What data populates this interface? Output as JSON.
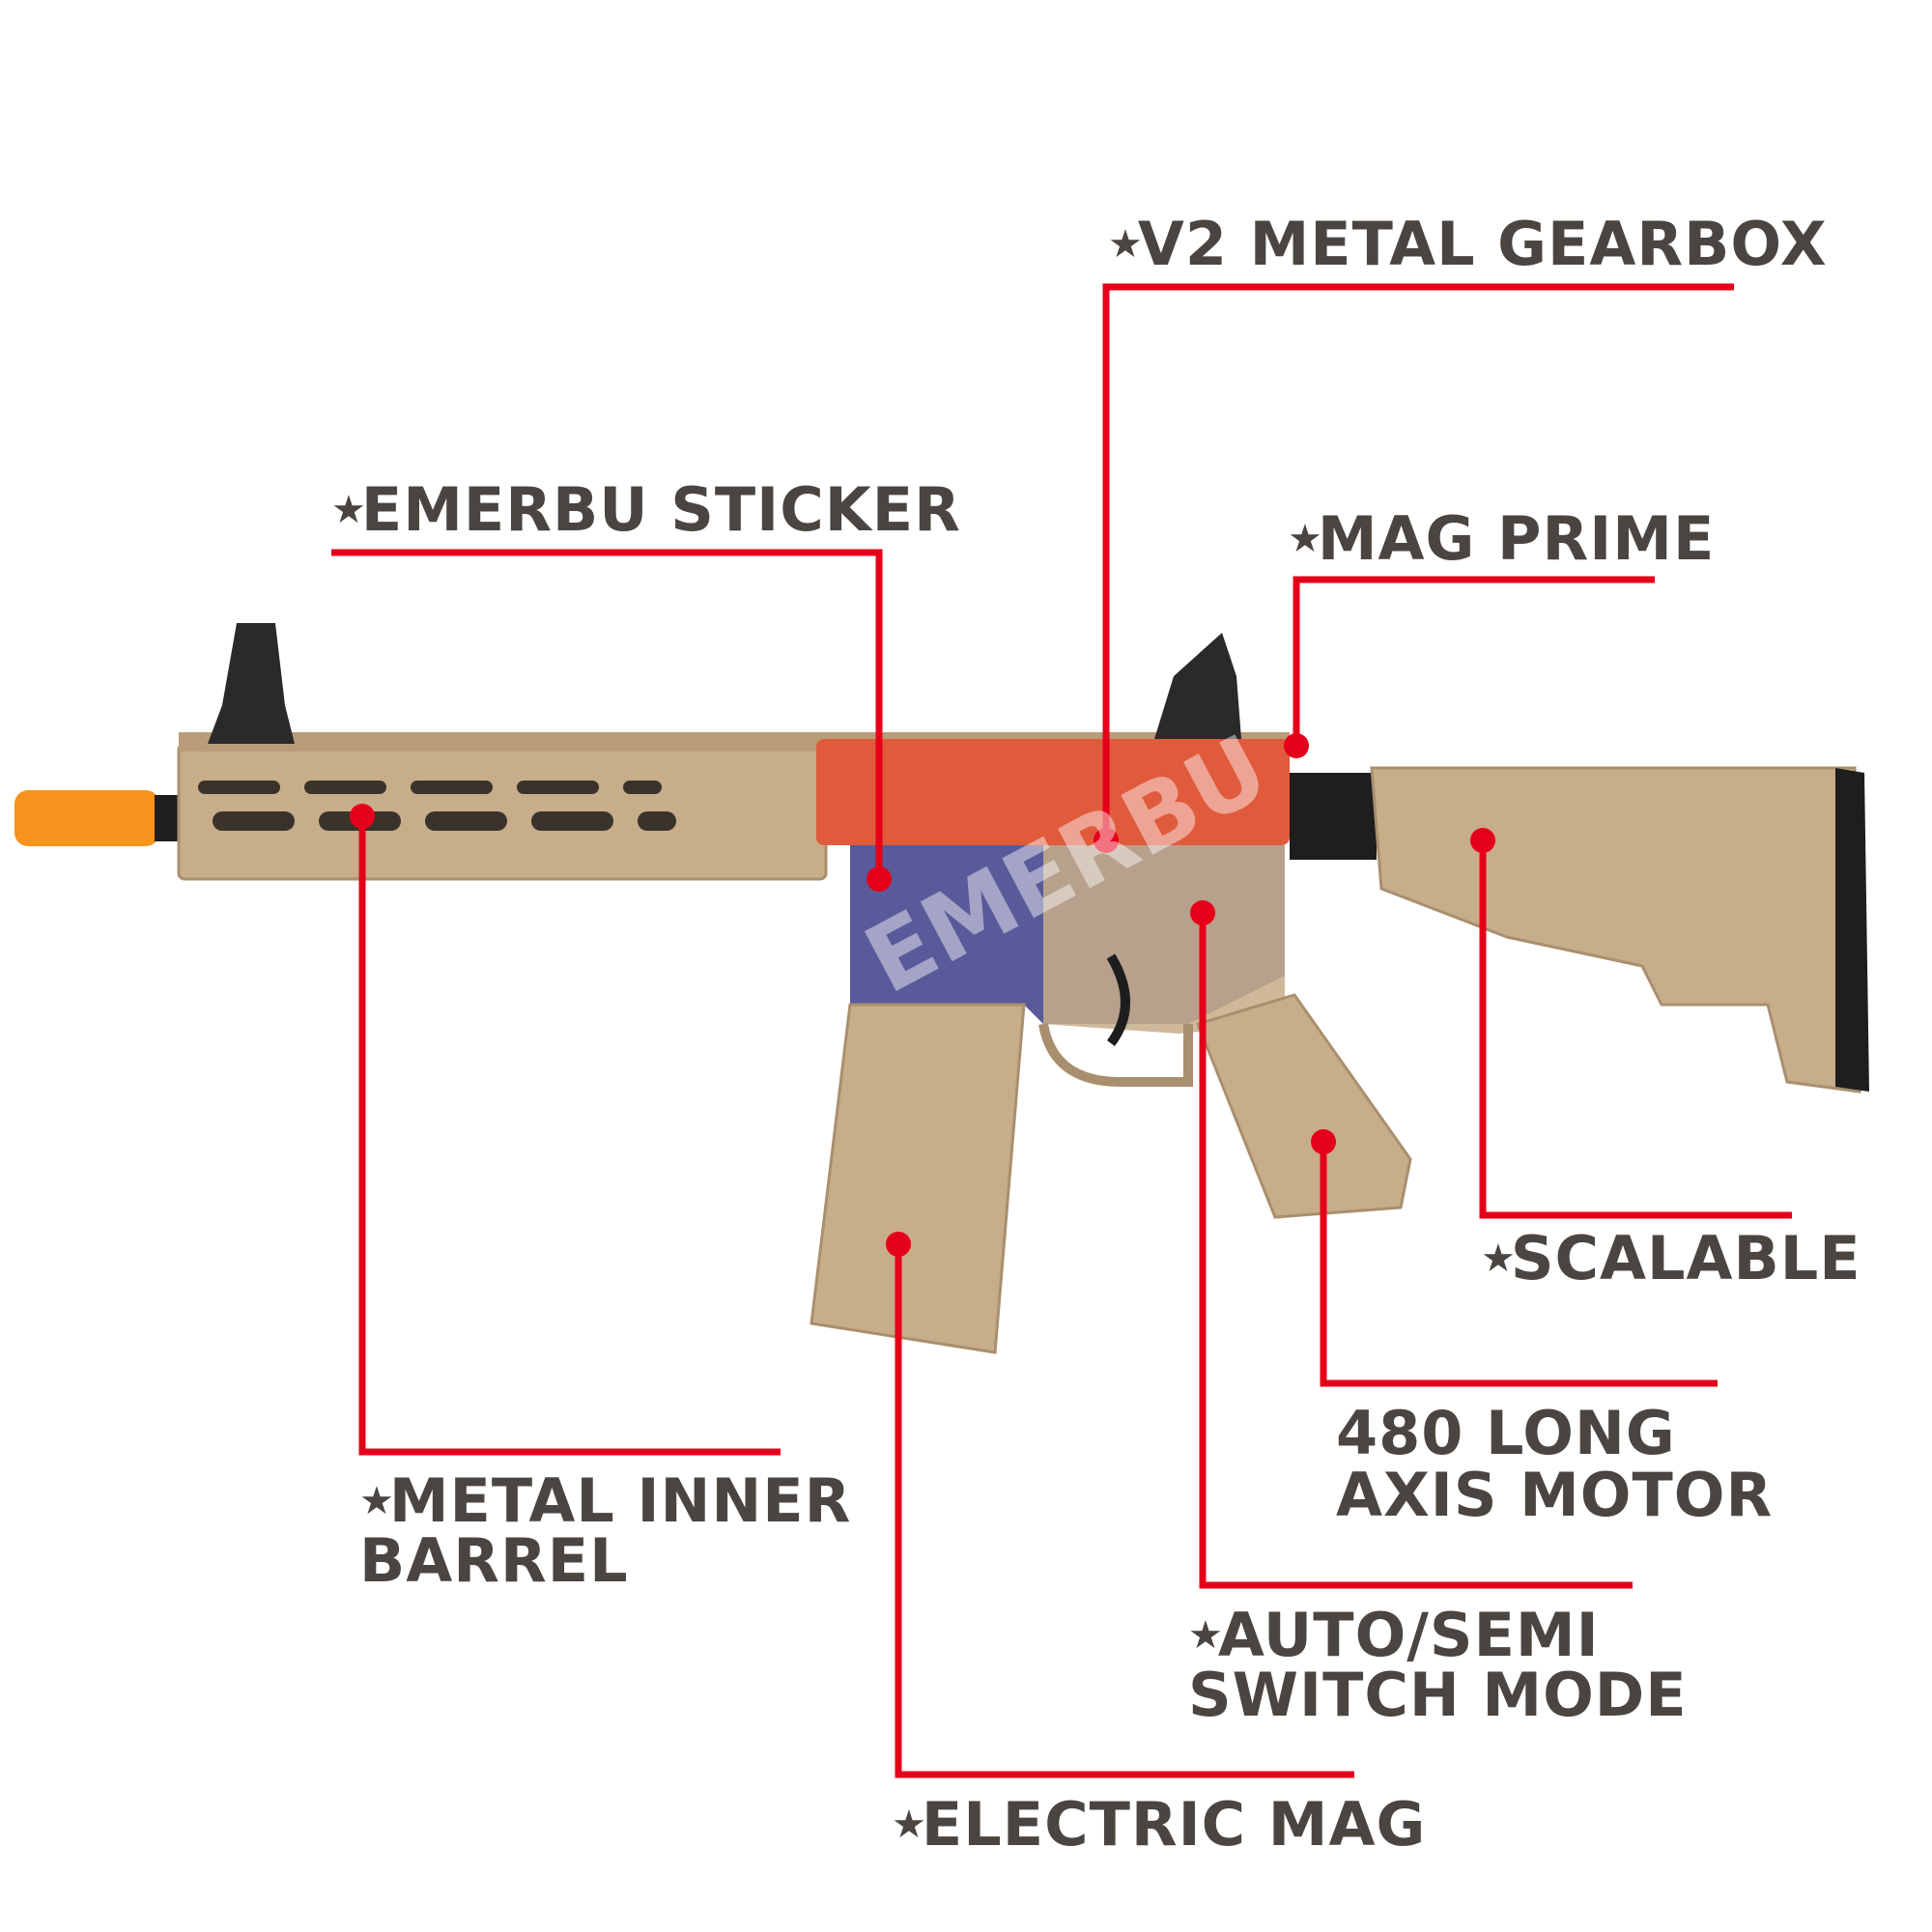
{
  "colors": {
    "leader": "#e5001a",
    "label_text": "#4a4540",
    "tan": "#c8ad8a",
    "tan_dark": "#a98f6d",
    "tan_light": "#d6bf9f",
    "black": "#1e1e1e",
    "orange_tip": "#f7941d",
    "sticker_red": "#e05a3c",
    "sticker_blue": "#5a5a9a"
  },
  "icons": {
    "bullet": "star-icon"
  },
  "receiver_sticker_text": "EMERBU",
  "callouts": [
    {
      "id": "v2-metal-gearbox",
      "lines": [
        "V2 METAL GEARBOX"
      ]
    },
    {
      "id": "emerbu-sticker",
      "lines": [
        "EMERBU STICKER"
      ]
    },
    {
      "id": "mag-prime",
      "lines": [
        "MAG PRIME"
      ]
    },
    {
      "id": "scalable",
      "lines": [
        "SCALABLE"
      ]
    },
    {
      "id": "480-long-axis-motor",
      "lines": [
        "480 LONG",
        "AXIS MOTOR"
      ]
    },
    {
      "id": "metal-inner-barrel",
      "lines": [
        "METAL INNER",
        "BARREL"
      ]
    },
    {
      "id": "auto-semi-switch-mode",
      "lines": [
        "AUTO/SEMI",
        "SWITCH MODE"
      ]
    },
    {
      "id": "electric-mag",
      "lines": [
        "ELECTRIC MAG"
      ]
    }
  ]
}
